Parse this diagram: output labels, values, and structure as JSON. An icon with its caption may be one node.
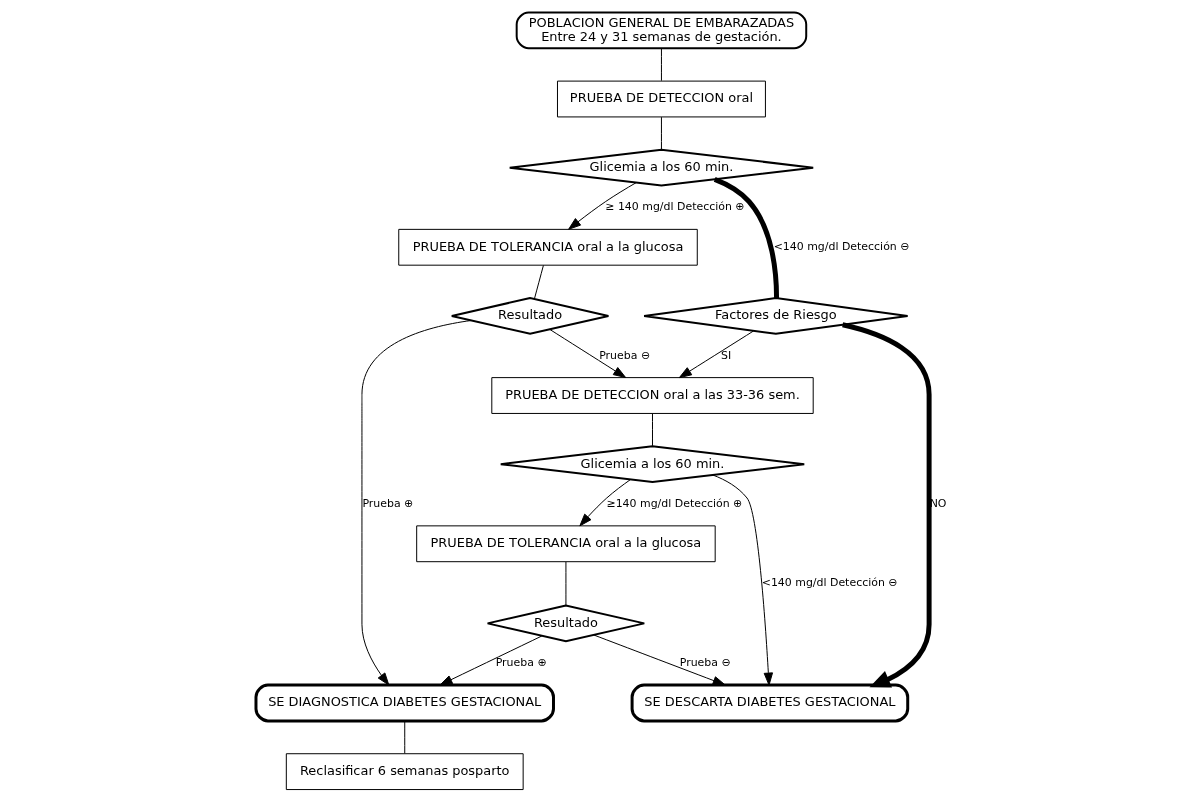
{
  "diagram": {
    "nodes": [
      {
        "text": [
          "POBLACION GENERAL DE EMBARAZADAS",
          "Entre 24 y 31 semanas de gestación."
        ]
      },
      {
        "text": [
          "PRUEBA DE DETECCION oral"
        ]
      },
      {
        "text": [
          "Glicemia a los 60 min."
        ]
      },
      {
        "text": [
          "PRUEBA DE TOLERANCIA oral a la glucosa"
        ]
      },
      {
        "text": [
          "Factores de Riesgo"
        ]
      },
      {
        "text": [
          "Resultado"
        ]
      },
      {
        "text": [
          "PRUEBA DE DETECCION oral a las 33-36 sem."
        ]
      },
      {
        "text": [
          "Glicemia a los 60 min."
        ]
      },
      {
        "text": [
          "PRUEBA DE TOLERANCIA oral a la glucosa"
        ]
      },
      {
        "text": [
          "Resultado"
        ]
      },
      {
        "text": [
          "SE DIAGNOSTICA DIABETES GESTACIONAL"
        ]
      },
      {
        "text": [
          "SE DESCARTA DIABETES GESTACIONAL"
        ]
      },
      {
        "text": [
          "Reclasificar 6 semanas posparto"
        ]
      }
    ],
    "edges": [
      {
        "from": 0,
        "to": 1,
        "arrow": "none"
      },
      {
        "from": 1,
        "to": 2,
        "arrow": "none"
      },
      {
        "from": 2,
        "to": 3,
        "arrow": "to",
        "label": "≥ 140 mg/dl Detección ⊕"
      },
      {
        "from": 2,
        "to": 4,
        "arrow": "none",
        "label": "<140 mg/dl Detección ⊖",
        "style": "thick"
      },
      {
        "from": 4,
        "to": 6,
        "arrow": "to",
        "label": "SI"
      },
      {
        "from": 4,
        "to": 11,
        "arrow": "to",
        "label": "NO",
        "style": "thick"
      },
      {
        "from": 3,
        "to": 5,
        "arrow": "none"
      },
      {
        "from": 5,
        "to": 10,
        "arrow": "to",
        "label": "Prueba ⊕"
      },
      {
        "from": 5,
        "to": 6,
        "arrow": "to",
        "label": "Prueba ⊖"
      },
      {
        "from": 6,
        "to": 7,
        "arrow": "none"
      },
      {
        "from": 7,
        "to": 8,
        "arrow": "to",
        "label": "≥140 mg/dl Detección ⊕"
      },
      {
        "from": 7,
        "to": 11,
        "arrow": "to",
        "label": "<140 mg/dl Detección ⊖"
      },
      {
        "from": 8,
        "to": 9,
        "arrow": "none"
      },
      {
        "from": 9,
        "to": 10,
        "arrow": "to",
        "label": "Prueba ⊕"
      },
      {
        "from": 9,
        "to": 11,
        "arrow": "to",
        "label": "Prueba ⊖"
      },
      {
        "from": 10,
        "to": 12,
        "arrow": "none"
      }
    ]
  }
}
